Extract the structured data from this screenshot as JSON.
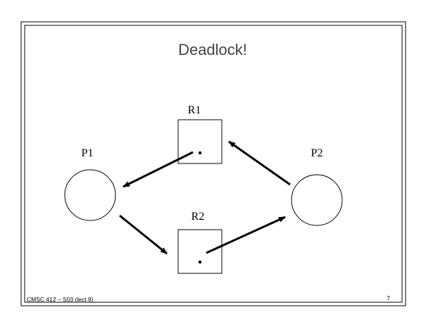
{
  "slide": {
    "title": "Deadlock!",
    "footer_left": "CMSC 412 – S03  (lect 9)",
    "page_number": "7"
  },
  "diagram": {
    "processes": [
      {
        "id": "P1",
        "label": "P1"
      },
      {
        "id": "P2",
        "label": "P2"
      }
    ],
    "resources": [
      {
        "id": "R1",
        "label": "R1",
        "instances": 1
      },
      {
        "id": "R2",
        "label": "R2",
        "instances": 1
      }
    ],
    "edges": [
      {
        "from": "R1",
        "to": "P1",
        "kind": "assignment"
      },
      {
        "from": "P1",
        "to": "R2",
        "kind": "request"
      },
      {
        "from": "R2",
        "to": "P2",
        "kind": "assignment"
      },
      {
        "from": "P2",
        "to": "R1",
        "kind": "request"
      }
    ]
  }
}
